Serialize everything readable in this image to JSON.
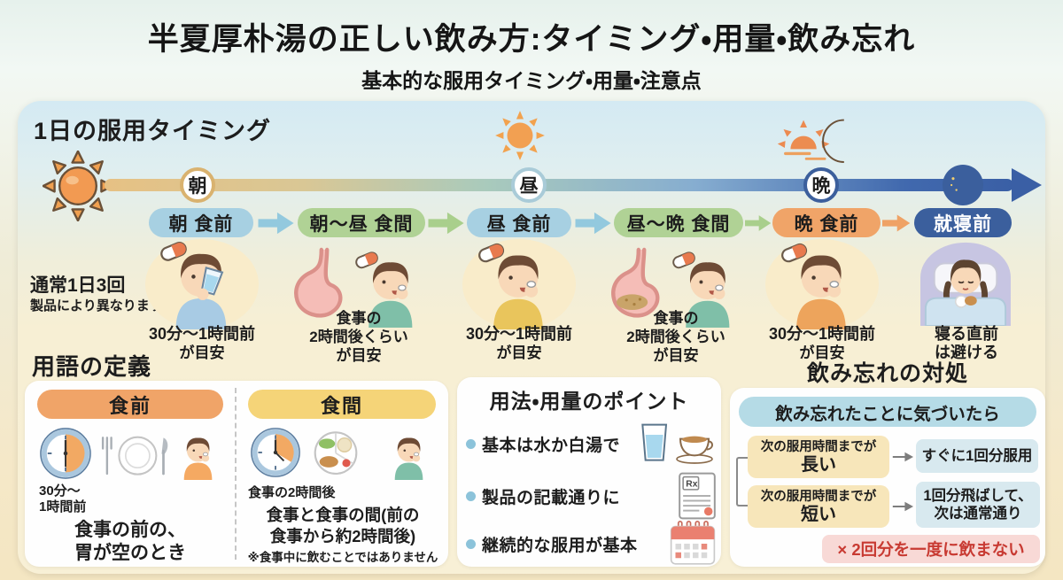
{
  "header": {
    "title": "半夏厚朴湯の正しい飲み方:タイミング・用量・飲み忘れ",
    "subtitle": "基本的な服用タイミング・用量・注意点"
  },
  "timing": {
    "section_title": "1日の服用タイミング",
    "nodes": [
      {
        "label": "朝"
      },
      {
        "label": "昼"
      },
      {
        "label": "晩"
      }
    ],
    "badges": [
      {
        "label": "朝 食前"
      },
      {
        "label": "朝〜昼 食間"
      },
      {
        "label": "昼 食前"
      },
      {
        "label": "昼〜晩 食間"
      },
      {
        "label": "晩 食前"
      },
      {
        "label": "就寝前"
      }
    ],
    "frequency_note": {
      "line1": "通常1日3回",
      "line2": "製品により異なります"
    },
    "captions": {
      "before_meal": {
        "line1": "30分〜1時間前",
        "line2": "が目安"
      },
      "between_meals": {
        "line1": "食事の",
        "line2": "2時間後くらい",
        "line3": "が目安"
      },
      "bedtime": {
        "line1": "寝る直前",
        "line2": "は避ける"
      }
    }
  },
  "definitions": {
    "section_title": "用語の定義",
    "before": {
      "header": "食前",
      "time_line1": "30分〜",
      "time_line2": "1時間前",
      "desc_line1": "食事の前の、",
      "desc_line2": "胃が空のとき"
    },
    "between": {
      "header": "食間",
      "time_label": "食事の2時間後",
      "desc_line1": "食事と食事の間(前の",
      "desc_line2": "食事から約2時間後)",
      "note": "※食事中に飲むことではありません"
    }
  },
  "dosage": {
    "title": "用法・用量のポイント",
    "points": [
      {
        "label": "基本は水か白湯で"
      },
      {
        "label": "製品の記載通りに"
      },
      {
        "label": "継続的な服用が基本"
      }
    ],
    "rx_label": "Rx"
  },
  "missed": {
    "title": "飲み忘れの対処",
    "trigger": "飲み忘れたことに気づいたら",
    "branch_long": {
      "cond_line1": "次の服用時間までが",
      "cond_line2": "長い",
      "action": "すぐに1回分服用"
    },
    "branch_short": {
      "cond_line1": "次の服用時間までが",
      "cond_line2": "短い",
      "action_line1": "1回分飛ばして、",
      "action_line2": "次は通常通り"
    },
    "warning": "× 2回分を一度に飲まない"
  },
  "colors": {
    "badge_blue": "#a7d0e2",
    "badge_green": "#b0d295",
    "badge_orange": "#f0a468",
    "badge_navy": "#3b5f9d",
    "label_before_meal": "#f0a468",
    "label_between_meal": "#f5d478",
    "trigger_blue": "#b5dbe6",
    "condition_yellow": "#f7e6ba",
    "action_blue": "#d8e9ef",
    "warning_bg": "#f8d9d6",
    "warning_text": "#c83a32",
    "timeline_start": "#e6c184",
    "timeline_end": "#3a5fa5"
  }
}
